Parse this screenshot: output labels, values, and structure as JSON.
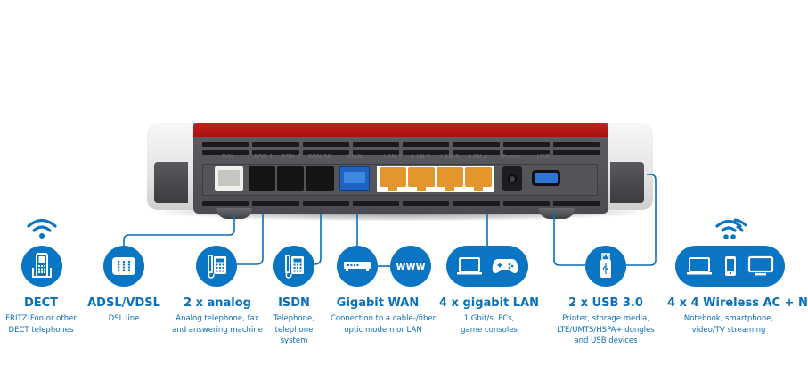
{
  "router": {
    "port_labels": [
      "DSL",
      "FON 1",
      "FON 2",
      "FON S0",
      "WAN",
      "LAN 1",
      "LAN 2",
      "LAN 3",
      "LAN 4",
      "Power",
      "USB"
    ]
  },
  "colors": {
    "brand_blue": "#0a6fba",
    "router_red": "#b5161a",
    "router_gray": "#55565b",
    "lan_orange": "#e3962b",
    "wan_blue": "#1e63c1"
  },
  "features": [
    {
      "id": "dect",
      "icon": "dect-phone-icon",
      "extra_icon": "wifi-icon",
      "title": "DECT",
      "description": [
        "FRITZ!Fon or other",
        "DECT telephones"
      ]
    },
    {
      "id": "adsl-vdsl",
      "icon": "dsl-line-icon",
      "title": "ADSL/VDSL",
      "description": [
        "DSL line"
      ]
    },
    {
      "id": "analog",
      "icon": "desk-phone-icon",
      "title": "2 x analog",
      "description": [
        "Analog telephone, fax",
        "and answering machine"
      ]
    },
    {
      "id": "isdn",
      "icon": "desk-phone-icon",
      "title": "ISDN",
      "description": [
        "Telephone,",
        "telephone",
        "system"
      ]
    },
    {
      "id": "gigabit-wan",
      "icon": "modem-icon",
      "extra_icon": "www-icon",
      "www_label": "www",
      "title": "Gigabit WAN",
      "description": [
        "Connection to a cable-/fiber",
        "optic modem or LAN"
      ]
    },
    {
      "id": "gigabit-lan",
      "icon": "laptop-icon",
      "extra_icon": "gamepad-icon",
      "title": "4 x gigabit LAN",
      "description": [
        "1 Gbit/s, PCs,",
        "game consoles"
      ]
    },
    {
      "id": "usb",
      "icon": "usb-stick-icon",
      "title": "2 x USB 3.0",
      "description": [
        "Printer, storage media,",
        "LTE/UMTS/HSPA+ dongles",
        "and USB devices"
      ]
    },
    {
      "id": "wireless",
      "icon": "laptop-icon",
      "extra_icons": [
        "smartphone-icon",
        "monitor-icon",
        "wifi-icon"
      ],
      "title": "4 x 4 Wireless AC + N",
      "description": [
        "Notebook, smartphone,",
        "video/TV streaming"
      ]
    }
  ]
}
